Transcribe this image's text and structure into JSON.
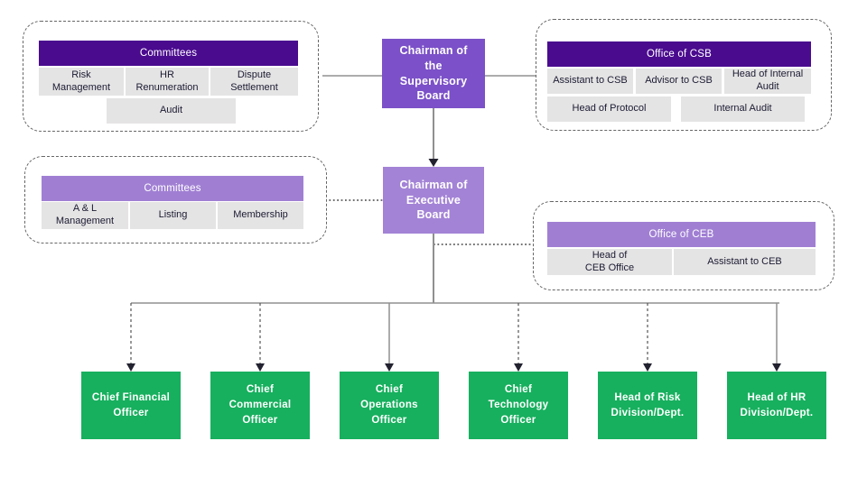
{
  "diagram": {
    "title": "Organizational structure chart",
    "supervisory_chairman": "Chairman of\nthe\nSupervisory\nBoard",
    "executive_chairman": "Chairman of\nExecutive\nBoard",
    "supervisory_committees": {
      "title": "Committees",
      "row1": [
        "Risk\nManagement",
        "HR\nRenumeration",
        "Dispute\nSettlement"
      ],
      "row2": [
        "Audit"
      ]
    },
    "csb_office": {
      "title": "Office of CSB",
      "row1": [
        "Assistant to CSB",
        "Advisor to CSB",
        "Head of Internal\nAudit"
      ],
      "row2": [
        "Head of Protocol",
        "Internal Audit"
      ]
    },
    "executive_committees": {
      "title": "Committees",
      "row1": [
        "A & L\nManagement",
        "Listing",
        "Membership"
      ]
    },
    "ceb_office": {
      "title": "Office of CEB",
      "row1": [
        "Head of\nCEB Office",
        "Assistant to CEB"
      ]
    },
    "executives": [
      "Chief Financial\nOfficer",
      "Chief\nCommercial\nOfficer",
      "Chief\nOperations\nOfficer",
      "Chief\nTechnology\nOfficer",
      "Head of Risk\nDivision/Dept.",
      "Head of HR\nDivision/Dept."
    ],
    "colors": {
      "dark_purple": "#4A0B8F",
      "medium_purple": "#7B50C8",
      "light_purple_box": "#A383D6",
      "light_purple_header": "#A07FD3",
      "green": "#17B05E",
      "cell_gray": "#E5E4E4",
      "line_gray": "#909090",
      "arrow_navy": "#1E1E3C"
    }
  }
}
